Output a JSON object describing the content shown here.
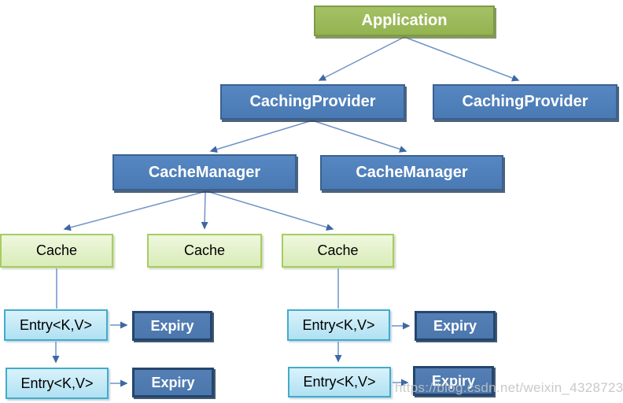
{
  "diagram": {
    "nodes": {
      "application": {
        "label": "Application"
      },
      "caching_provider_left": {
        "label": "CachingProvider"
      },
      "caching_provider_right": {
        "label": "CachingProvider"
      },
      "cache_manager_left": {
        "label": "CacheManager"
      },
      "cache_manager_right": {
        "label": "CacheManager"
      },
      "cache_1": {
        "label": "Cache"
      },
      "cache_2": {
        "label": "Cache"
      },
      "cache_3": {
        "label": "Cache"
      },
      "entry_1": {
        "label": "Entry<K,V>"
      },
      "entry_2": {
        "label": "Entry<K,V>"
      },
      "entry_3": {
        "label": "Entry<K,V>"
      },
      "entry_4": {
        "label": "Entry<K,V>"
      },
      "expiry_1": {
        "label": "Expiry"
      },
      "expiry_2": {
        "label": "Expiry"
      },
      "expiry_3": {
        "label": "Expiry"
      },
      "expiry_4": {
        "label": "Expiry"
      }
    },
    "watermark": "https://blog.csdn.net/weixin_43287239",
    "colors": {
      "green_fill": "#9bbb59",
      "green_border": "#7d9a44",
      "blue_fill": "#4f81bd",
      "blue_border": "#3a6191",
      "cache_fill": "#e3f1c6",
      "cache_border": "#a7cc63",
      "entry_fill": "#bfe7f5",
      "entry_border": "#43abcb",
      "expiry_fill": "#4f7cb0",
      "expiry_border": "#24466e",
      "connector": "#6e93c7",
      "arrowhead": "#3e68a3",
      "watermark_text": "#c2c2c2"
    }
  }
}
